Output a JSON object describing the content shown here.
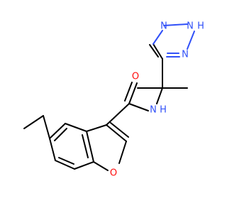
{
  "colors": {
    "carbon": "#000000",
    "nitrogen": "#3050F8",
    "oxygen": "#FF0D0D",
    "background": "#FFFFFF"
  },
  "atoms": {
    "triazole_n1": "N",
    "triazole_n2": "N",
    "triazole_h": "H",
    "triazole_n3": "N",
    "amide_n": "N",
    "amide_h": "H",
    "carbonyl_o": "O",
    "furan_o": "O"
  }
}
